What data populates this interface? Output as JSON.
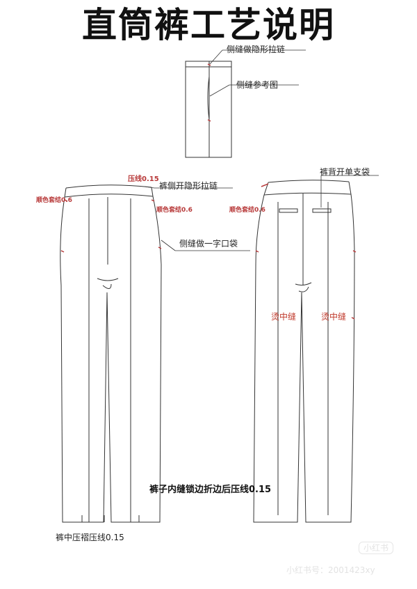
{
  "title": "直筒裤工艺说明",
  "labels": {
    "side_zip": "侧缝做隐形拉链",
    "side_ref": "侧缝参考图",
    "side_open_zip": "裤侧开隐形拉链",
    "topstitch_top": "压线0.15",
    "overlock_left": "顺色套结0.6",
    "overlock_front_right": "顺色套结0.6",
    "overlock_back": "顺色套结0.6",
    "side_pocket": "侧缝做一字口袋",
    "back_pocket": "裤背开单支袋",
    "press_center_1": "烫中缝",
    "press_center_2": "烫中缝",
    "inseam": "裤子内缝锁边折边后压线0.15",
    "center_crease": "裤中压褶压线0.15"
  },
  "watermark": {
    "badge": "小红书",
    "id_text": "小红书号：2001423xy"
  },
  "colors": {
    "line": "#333333",
    "accent": "#b83a3a",
    "accent_text": "#c0392b"
  }
}
